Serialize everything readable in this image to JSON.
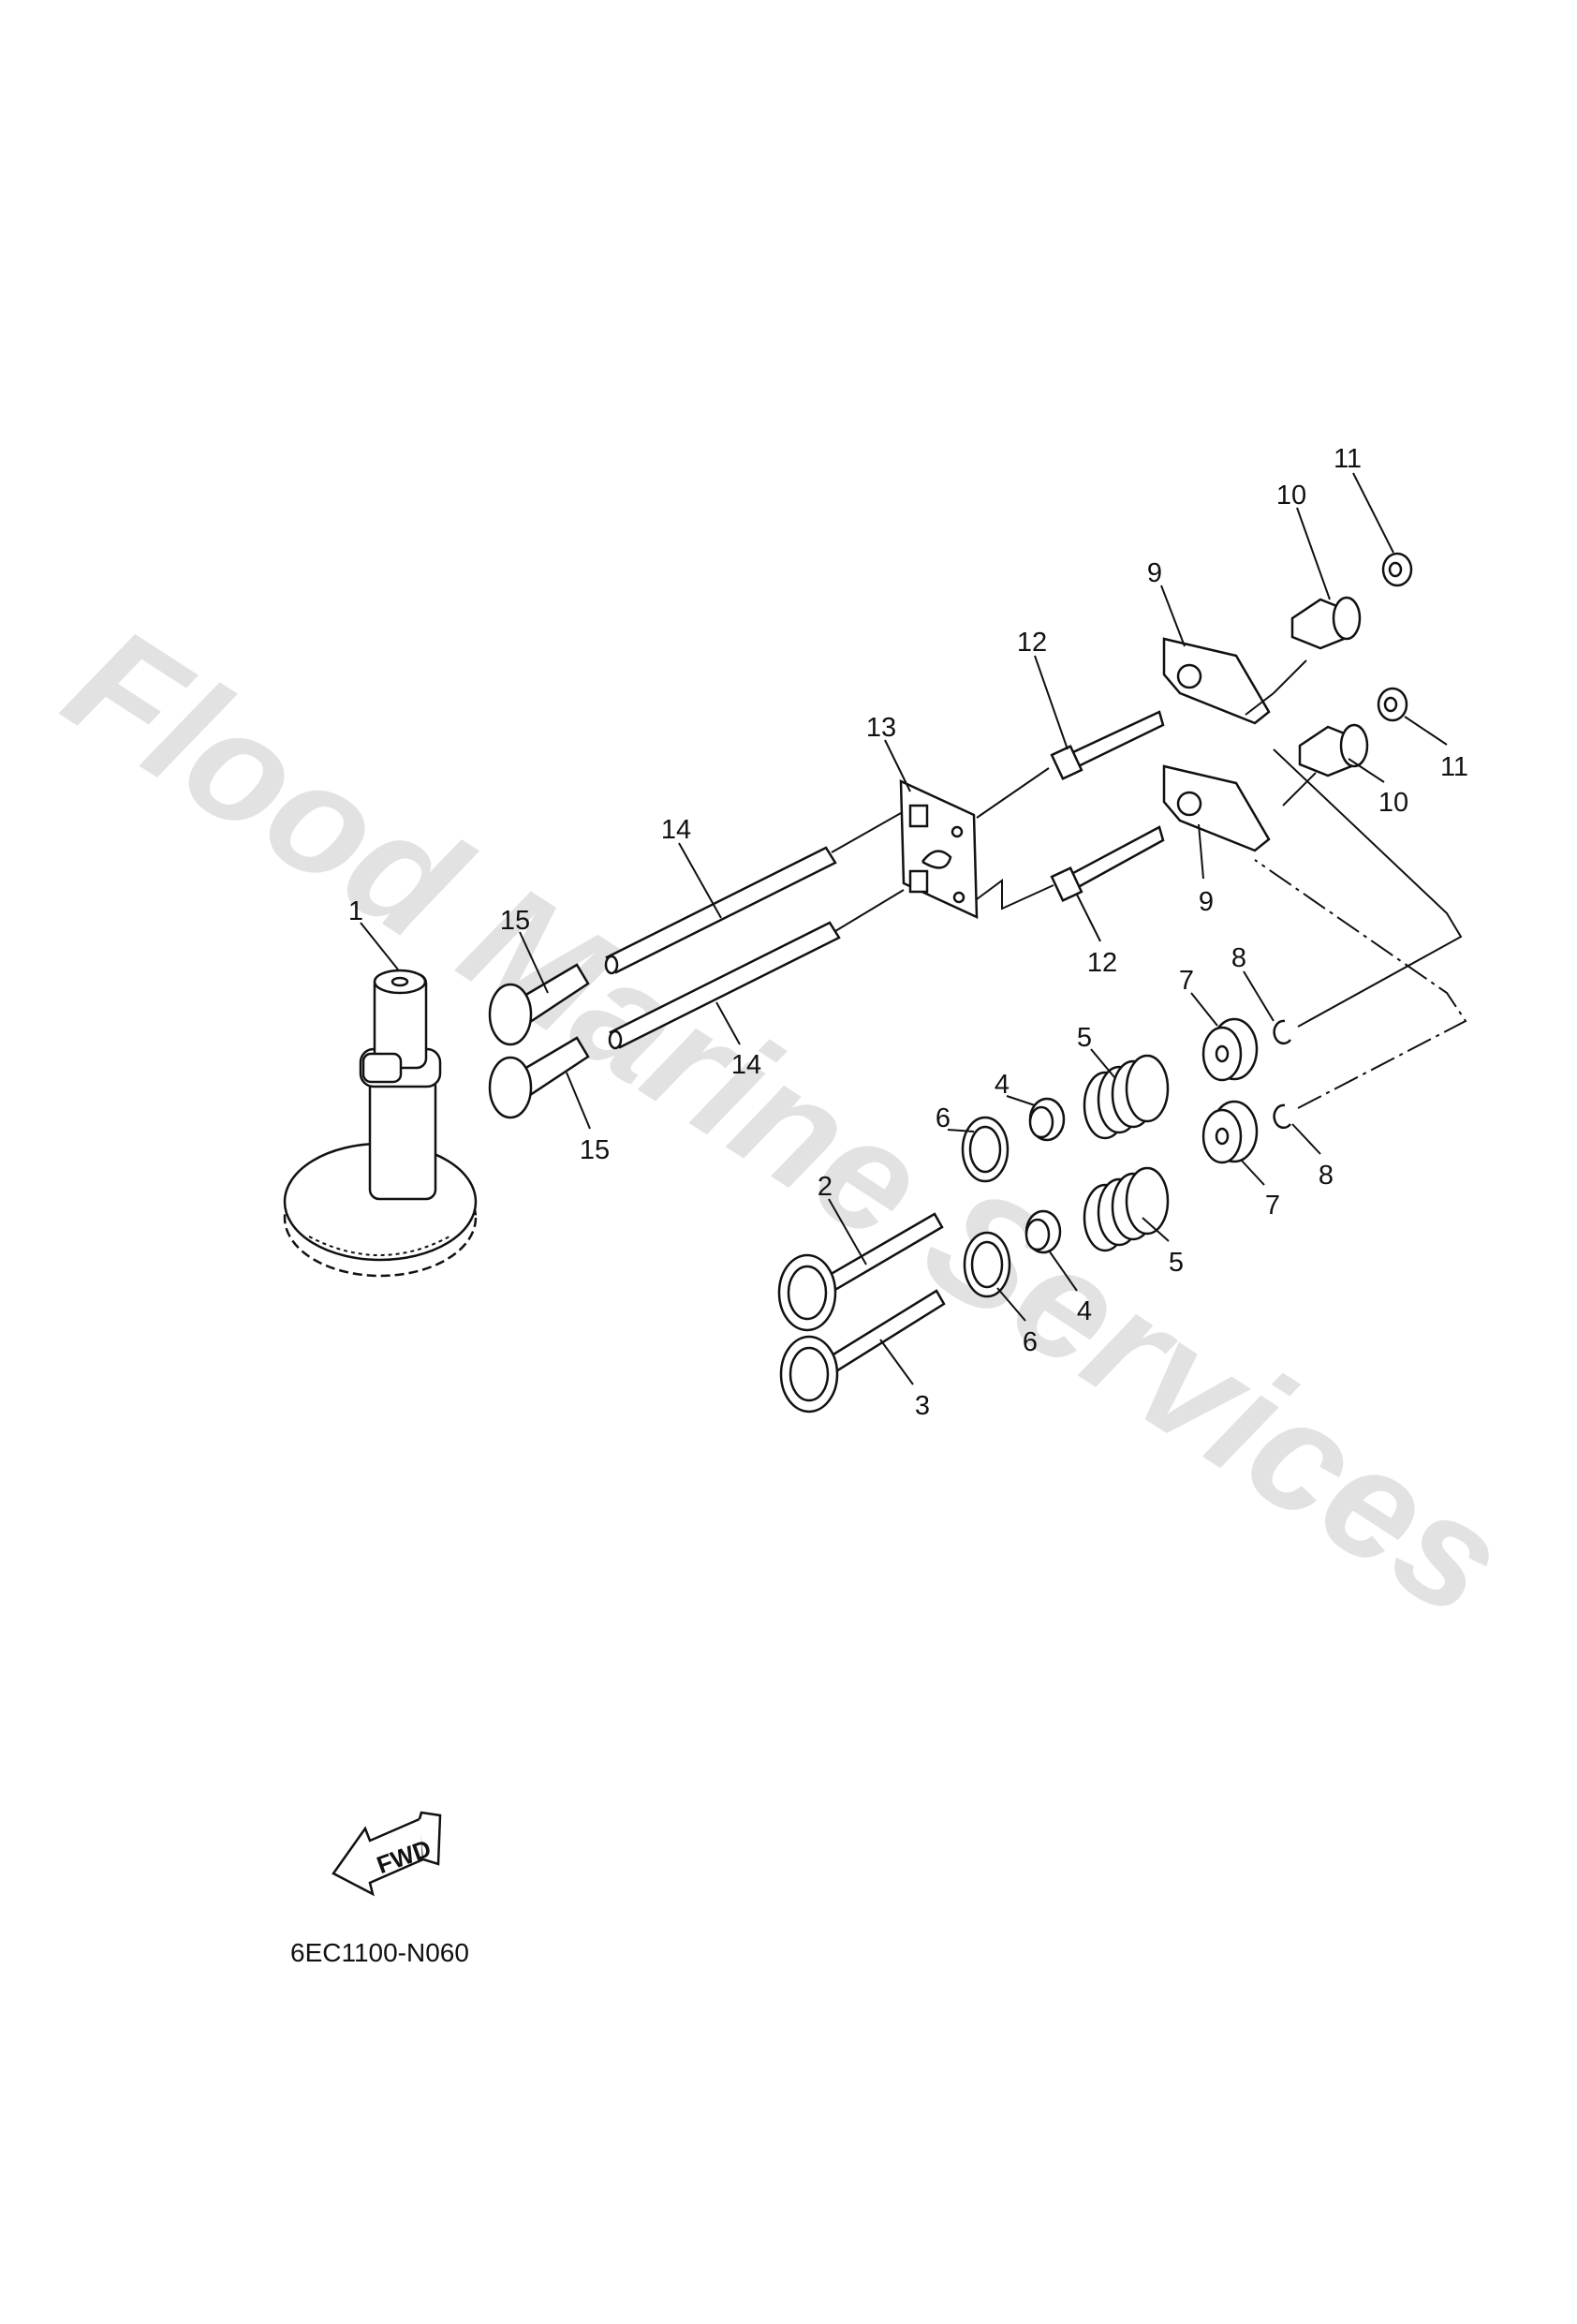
{
  "watermark": "Flood Marine Services",
  "diagram_code": "6EC1100-N060",
  "fwd_label": "FWD",
  "callouts": {
    "c1": "1",
    "c2": "2",
    "c3": "3",
    "c4a": "4",
    "c4b": "4",
    "c5a": "5",
    "c5b": "5",
    "c6a": "6",
    "c6b": "6",
    "c7a": "7",
    "c7b": "7",
    "c8a": "8",
    "c8b": "8",
    "c9a": "9",
    "c9b": "9",
    "c10a": "10",
    "c10b": "10",
    "c11a": "11",
    "c11b": "11",
    "c12a": "12",
    "c12b": "12",
    "c13": "13",
    "c14a": "14",
    "c14b": "14",
    "c15a": "15",
    "c15b": "15"
  }
}
